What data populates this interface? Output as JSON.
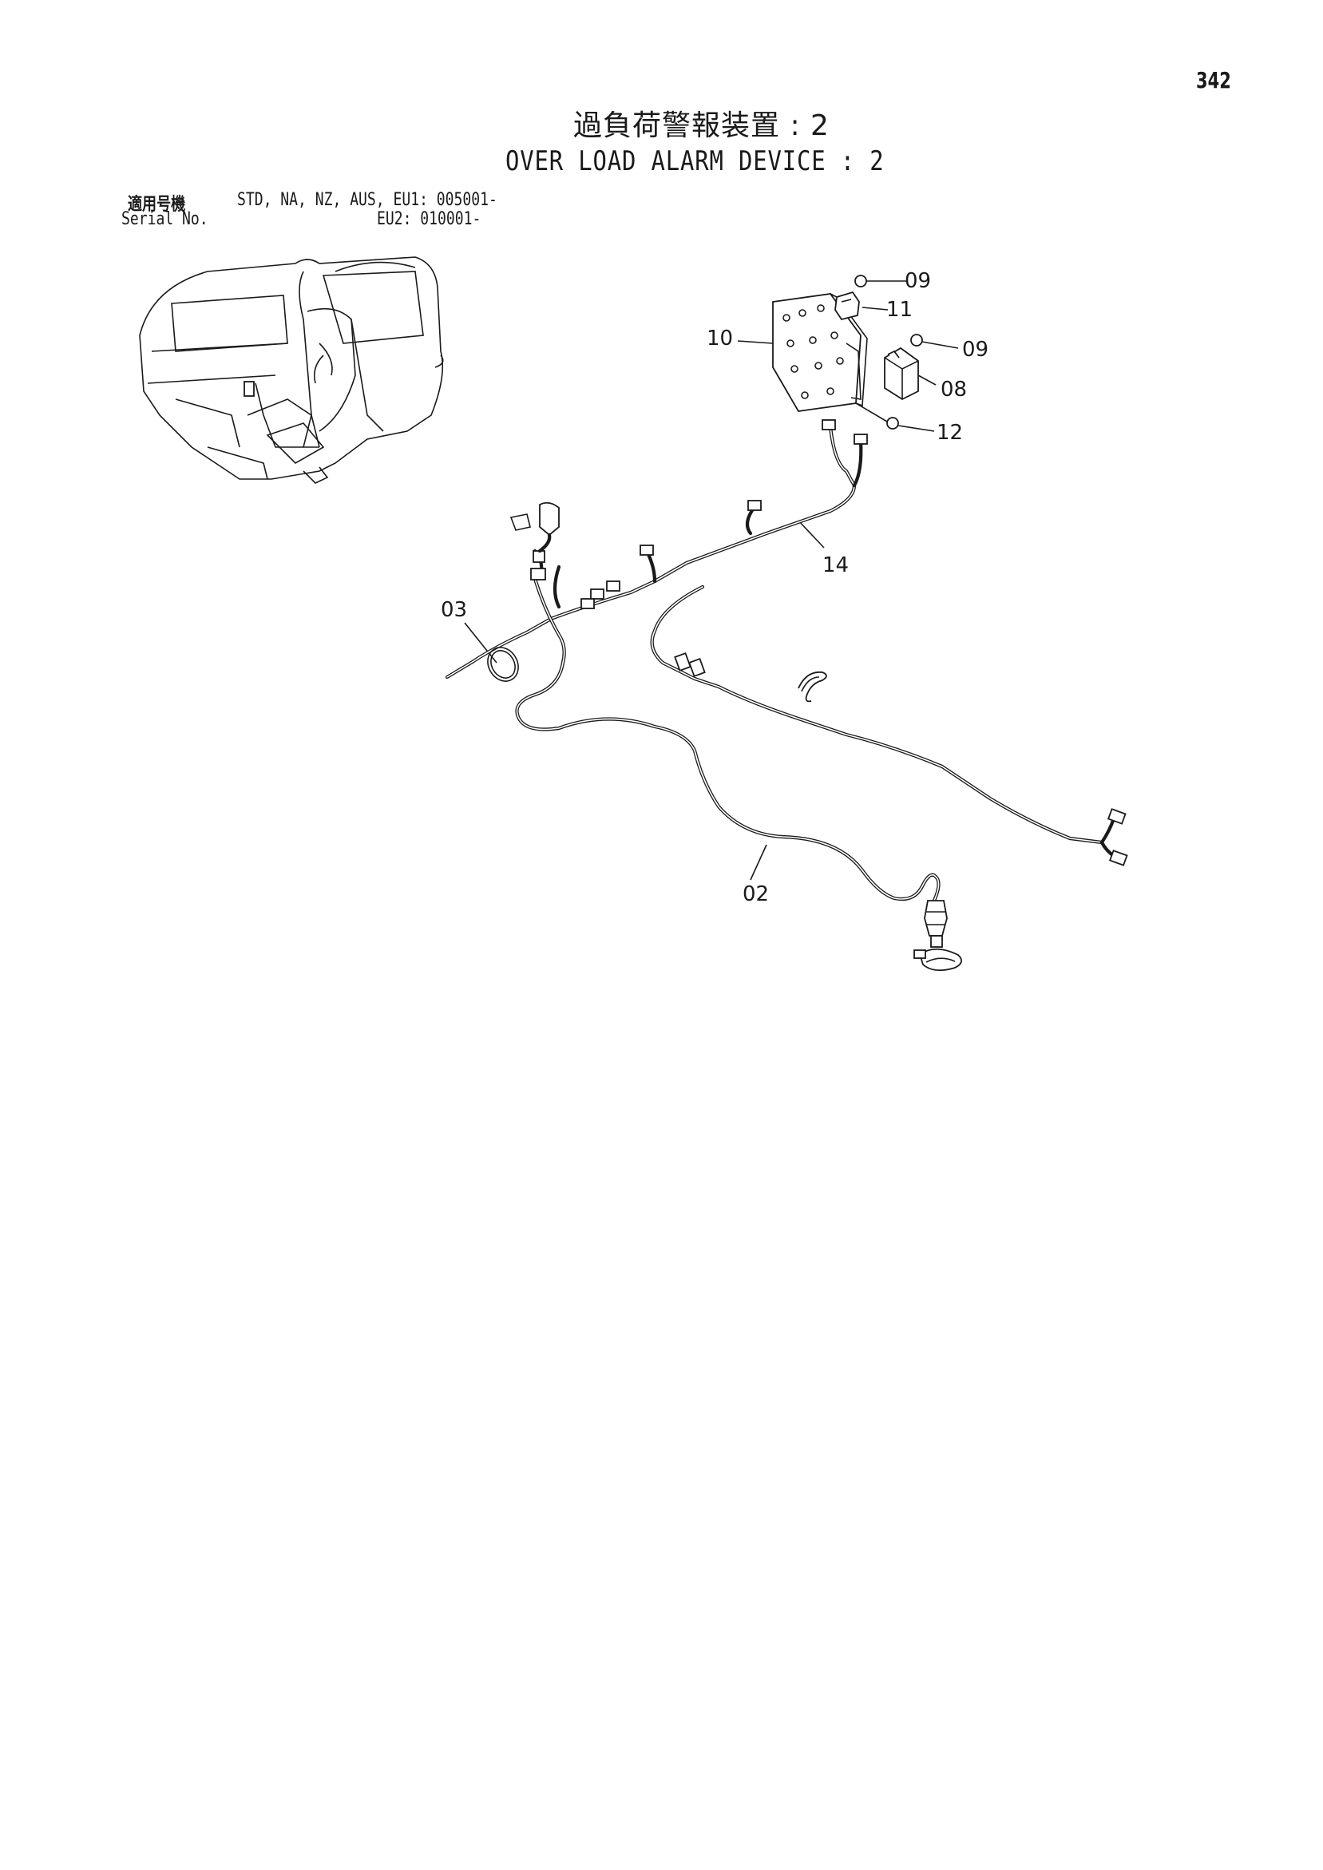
{
  "page": {
    "number": "342",
    "title_jp": "過負荷警報装置 : 2",
    "title_en": "OVER LOAD ALARM DEVICE : 2"
  },
  "serial": {
    "label_jp": "適用号機",
    "label_en": "Serial No.",
    "row1": "STD, NA, NZ, AUS, EU1: 005001-",
    "row2": "EU2: 010001-"
  },
  "callouts": {
    "p02": "02",
    "p03": "03",
    "p08": "08",
    "p09a": "09",
    "p09b": "09",
    "p10": "10",
    "p11": "11",
    "p12": "12",
    "p14": "14"
  }
}
